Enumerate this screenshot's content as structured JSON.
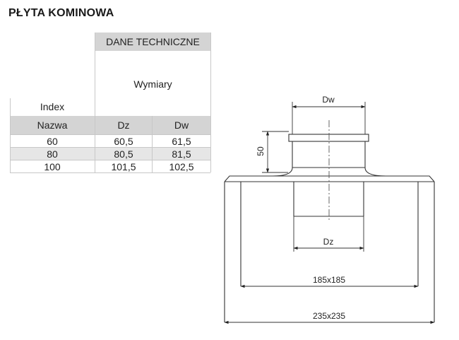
{
  "title": "PŁYTA KOMINOWA",
  "table": {
    "header_group": "DANE TECHNICZNE",
    "subheader": "Wymiary",
    "index_label": "Index",
    "columns": [
      "Nazwa",
      "Dz",
      "Dw"
    ],
    "rows": [
      [
        "60",
        "60,5",
        "61,5"
      ],
      [
        "80",
        "80,5",
        "81,5"
      ],
      [
        "100",
        "101,5",
        "102,5"
      ]
    ]
  },
  "drawing": {
    "dw_label": "Dw",
    "dz_label": "Dz",
    "height_label": "50",
    "inner_plate_label": "185x185",
    "outer_plate_label": "235x235"
  }
}
